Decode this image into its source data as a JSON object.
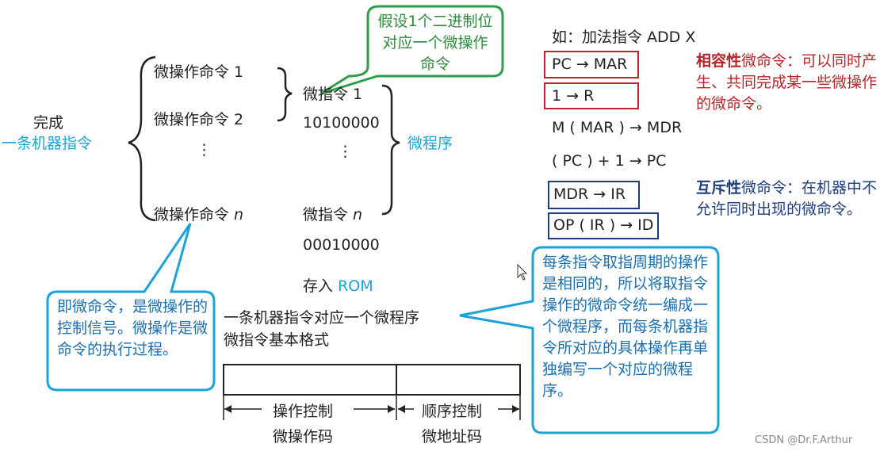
{
  "left": {
    "complete_label": "完成",
    "machine_instruction_label": "一条机器指令",
    "micro_ops": [
      "微操作命令 1",
      "微操作命令 2",
      "⋮"
    ],
    "micro_op_n_prefix": "微操作命令 ",
    "n": "n"
  },
  "middle": {
    "microinstruction_1": "微指令 1",
    "code_1": "10100000",
    "dots": "⋮",
    "microinstruction_n_prefix": "微指令 ",
    "n": "n",
    "code_n": "00010000",
    "store_prefix": "存入 ",
    "store_rom": "ROM",
    "microprogram_label": "微程序"
  },
  "statements": {
    "line1": "一条机器指令对应一个微程序",
    "line2": "微指令基本格式"
  },
  "format_table": {
    "field1_title": "操作控制",
    "field1_sub": "微操作码",
    "field2_title": "顺序控制",
    "field2_sub": "微地址码"
  },
  "callouts": {
    "green": "假设1个二进制位对应一个微操作命令",
    "left_blue": "即微命令，是微操作的控制信号。微操作是微命令的执行过程。",
    "right_blue": "每条指令取指周期的操作是相同的，所以将取指令操作的微命令统一编成一个微程序，而每条机器指令所对应的具体操作再单独编写一个对应的微程序。"
  },
  "example": {
    "title": "如：加法指令 ADD  X",
    "steps": [
      "PC → MAR",
      "1 → R",
      "M ( MAR ) → MDR",
      "( PC ) + 1 → PC",
      "MDR → IR",
      "OP ( IR ) → ID"
    ]
  },
  "compatible": {
    "term": "相容性",
    "text": "微命令：可以同时产生、共同完成某一些微操作的微命令。"
  },
  "exclusive": {
    "term": "互斥性",
    "text": "微命令：在机器中不允许同时出现的微命令。"
  },
  "watermark": "CSDN @Dr.F.Arthur",
  "colors": {
    "blue_accent": "#1aa3d9",
    "green_border": "#2e9e4a",
    "red_box": "#b7252a",
    "navy_box": "#1f3d7a",
    "callout_blue_text": "#1a6fb0",
    "green_text": "#2e8b3f"
  }
}
